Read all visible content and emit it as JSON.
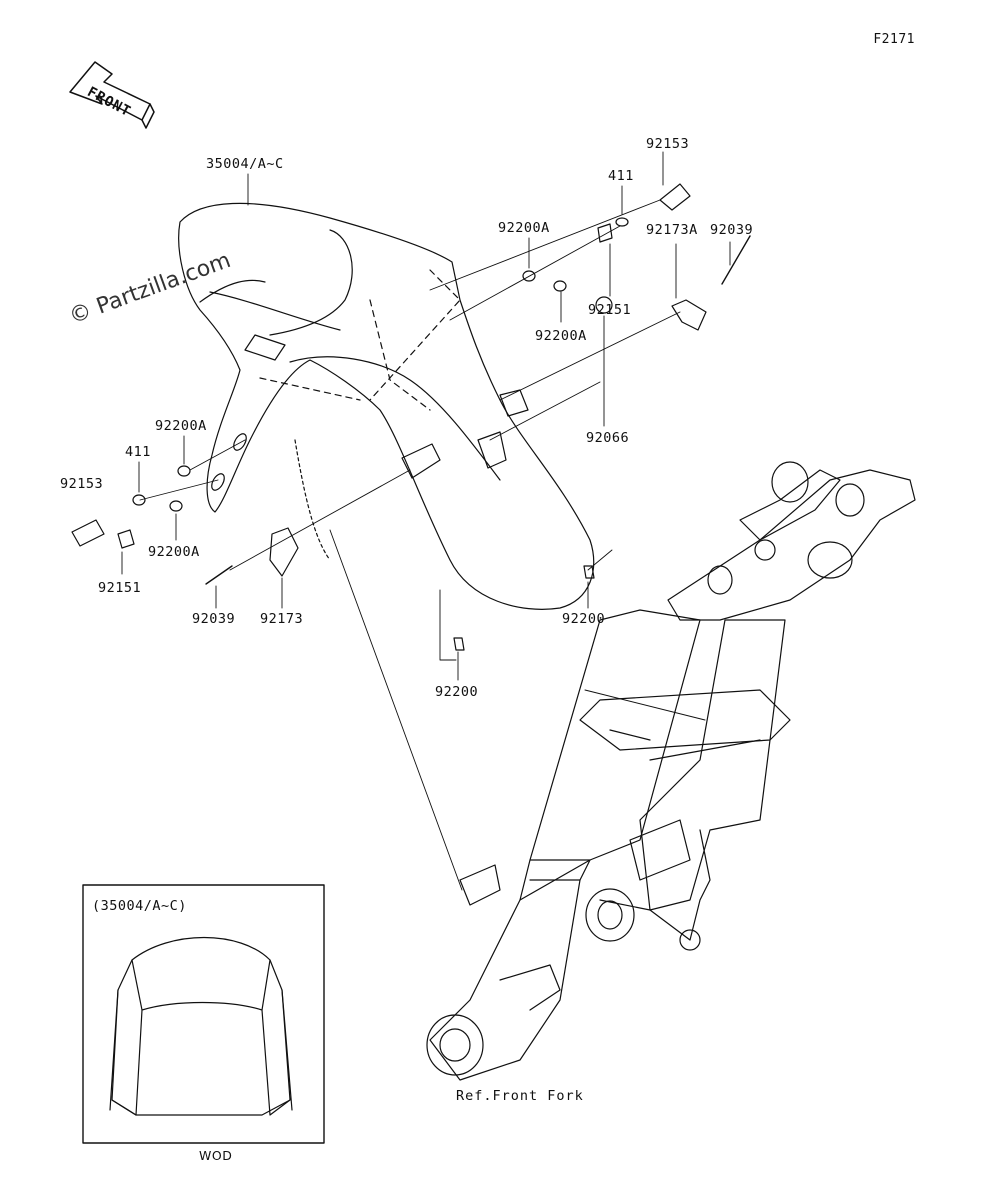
{
  "figure_code": "F2171",
  "front_label": "FRONT",
  "watermark": "© Partzilla.com",
  "parts": [
    {
      "id": "p1",
      "number": "35004/A~C"
    },
    {
      "id": "p2",
      "number": "92153"
    },
    {
      "id": "p3",
      "number": "411"
    },
    {
      "id": "p4",
      "number": "92200A"
    },
    {
      "id": "p5",
      "number": "92151"
    },
    {
      "id": "p6",
      "number": "92200A"
    },
    {
      "id": "p7",
      "number": "92173A"
    },
    {
      "id": "p8",
      "number": "92039"
    },
    {
      "id": "p9",
      "number": "92066"
    },
    {
      "id": "p10",
      "number": "92200A"
    },
    {
      "id": "p11",
      "number": "411"
    },
    {
      "id": "p12",
      "number": "92153"
    },
    {
      "id": "p13",
      "number": "92151"
    },
    {
      "id": "p14",
      "number": "92200A"
    },
    {
      "id": "p15",
      "number": "92039"
    },
    {
      "id": "p16",
      "number": "92173"
    },
    {
      "id": "p17",
      "number": "92200"
    },
    {
      "id": "p18",
      "number": "92200"
    }
  ],
  "inset": {
    "title": "(35004/A~C)",
    "code": "WOD"
  },
  "reference": "Ref.Front Fork"
}
